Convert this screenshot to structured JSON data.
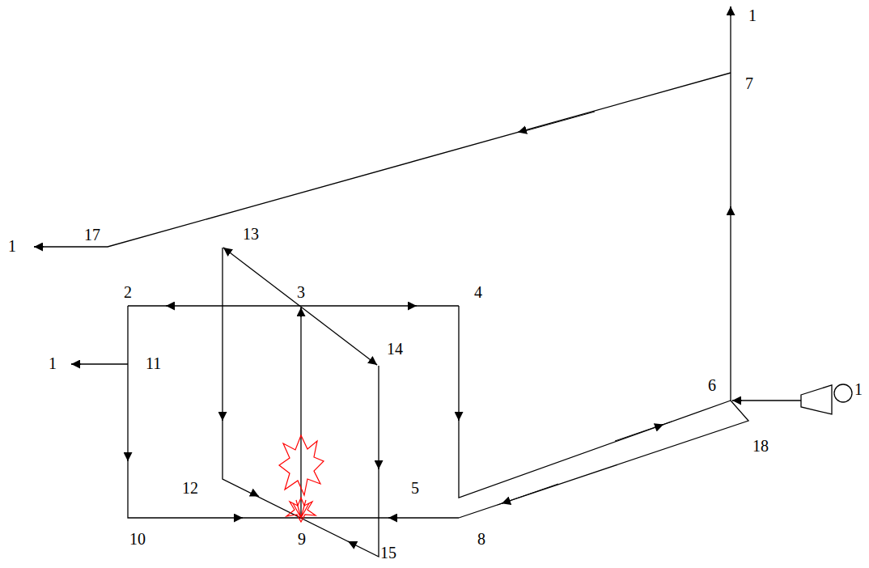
{
  "diagram": {
    "labels": [
      "1",
      "7",
      "1",
      "17",
      "13",
      "2",
      "3",
      "4",
      "14",
      "1",
      "11",
      "6",
      "1",
      "18",
      "12",
      "5",
      "10",
      "9",
      "8",
      "15"
    ]
  }
}
